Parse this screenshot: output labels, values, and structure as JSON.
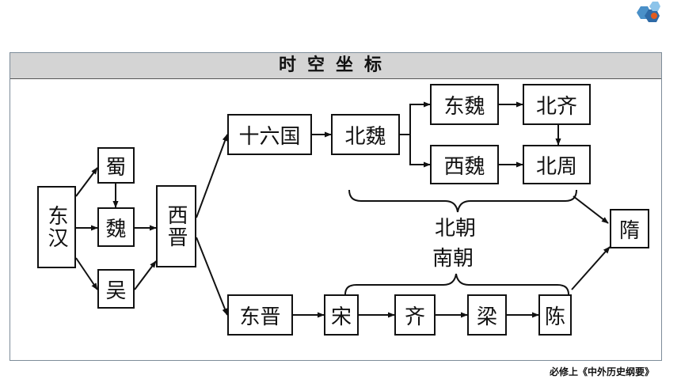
{
  "header": {
    "title": "时空坐标"
  },
  "footer": {
    "text": "必修上《中外历史纲要》"
  },
  "nodes": {
    "donghan": "东汉",
    "shu": "蜀",
    "wei": "魏",
    "wu": "吴",
    "xijin": "西晋",
    "shiliuguo": "十六国",
    "beiwei": "北魏",
    "dongwei": "东魏",
    "xiwei": "西魏",
    "beiqi": "北齐",
    "beizhou": "北周",
    "dongjin": "东晋",
    "song": "宋",
    "qi": "齐",
    "liang": "梁",
    "chen": "陈",
    "sui": "隋"
  },
  "labels": {
    "beichao": "北朝",
    "nanchao": "南朝"
  }
}
